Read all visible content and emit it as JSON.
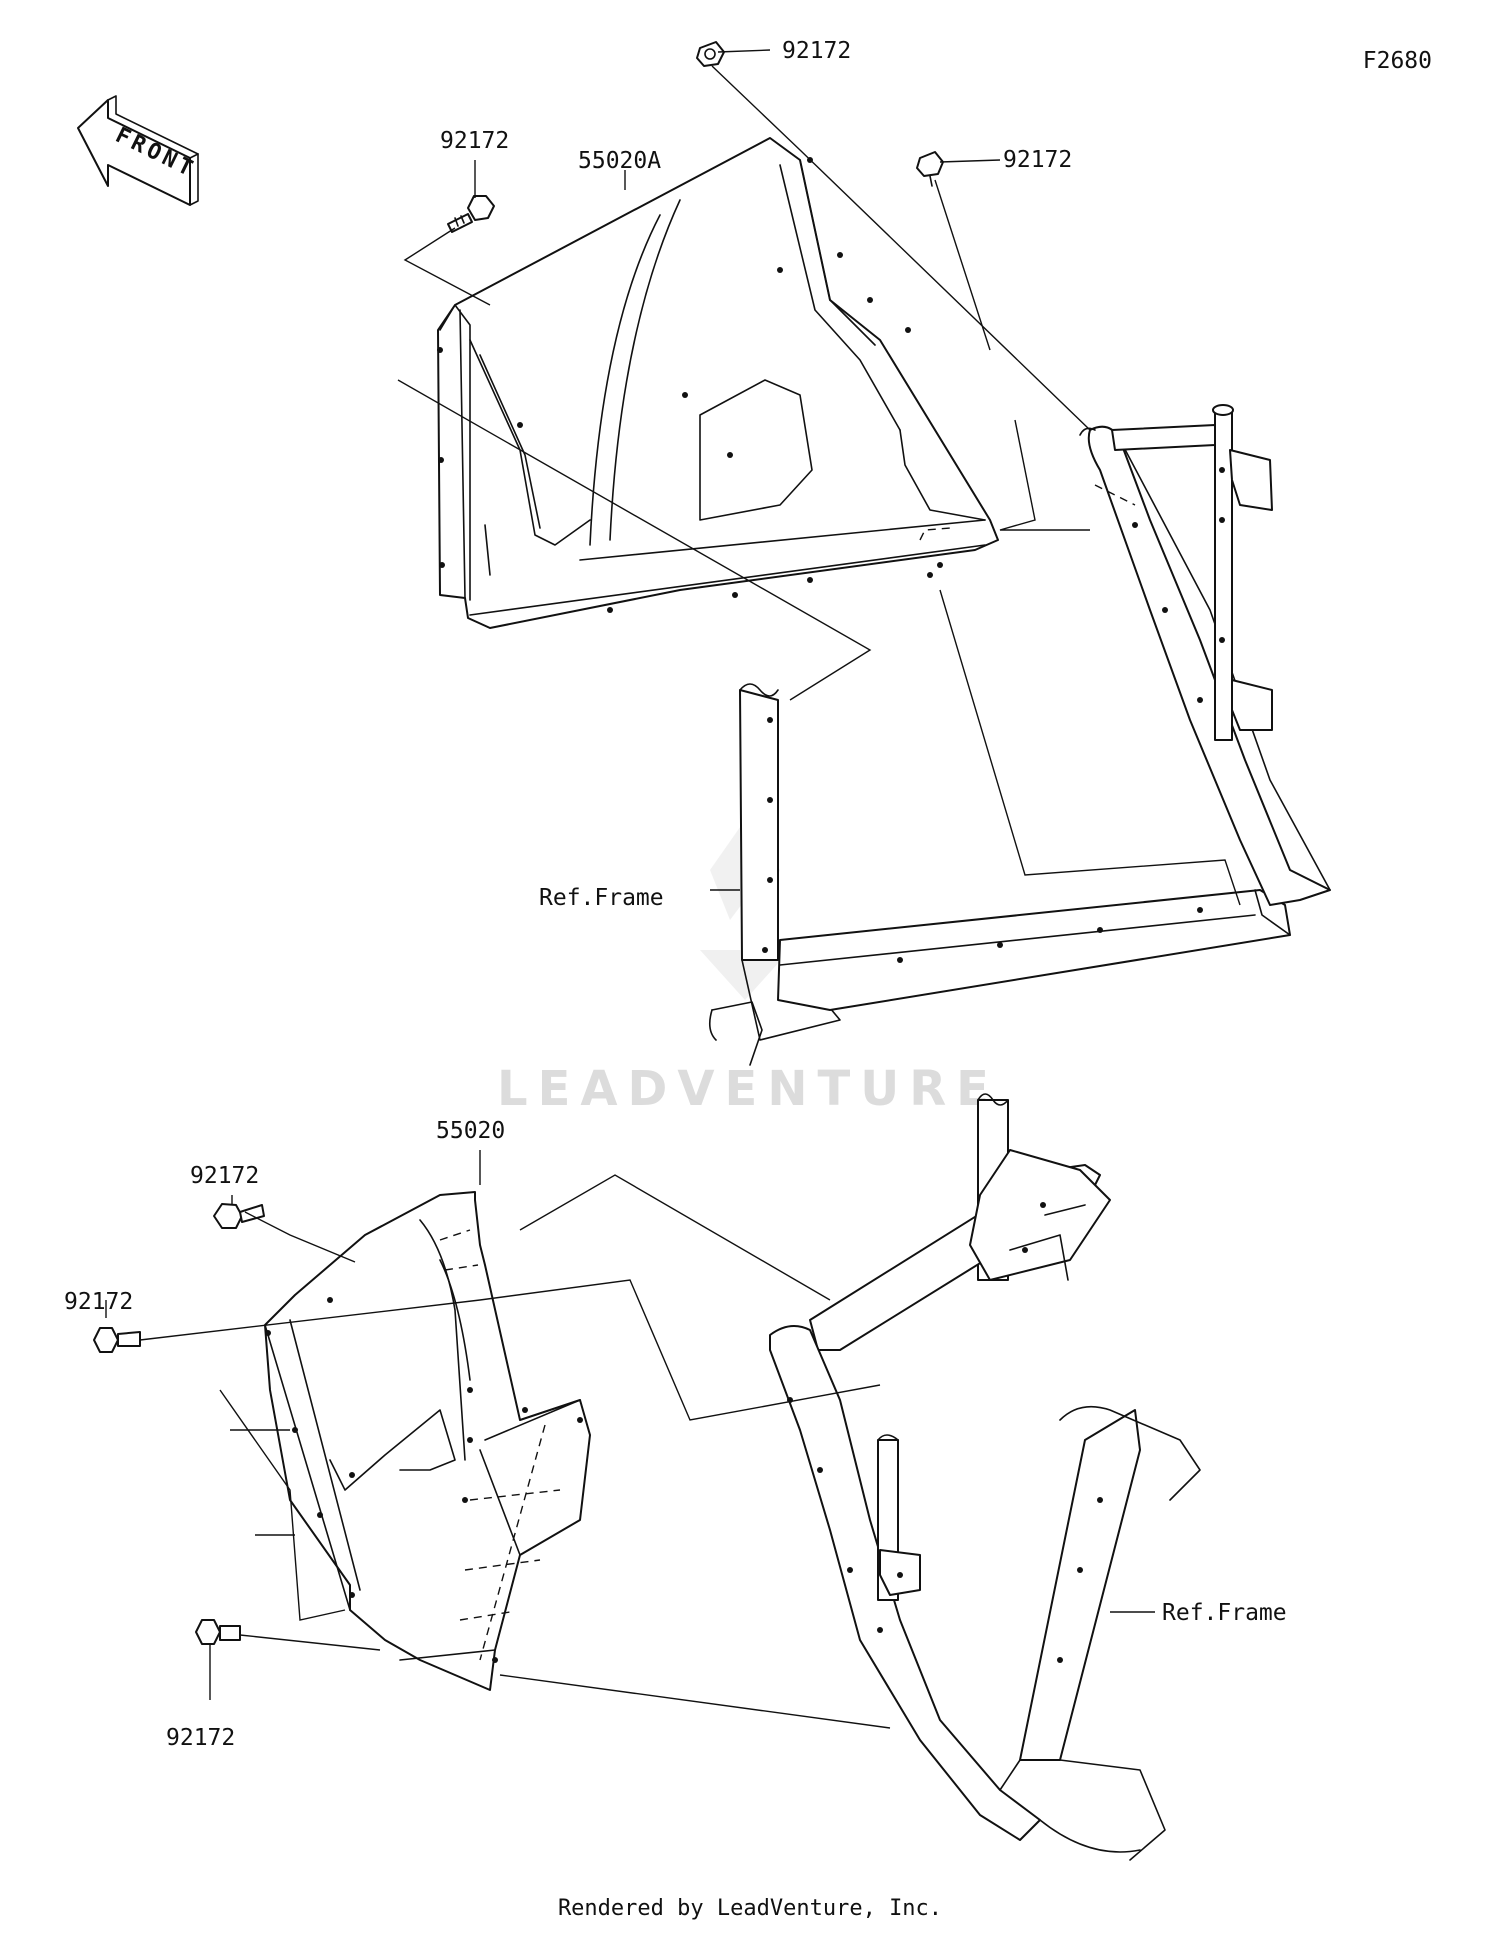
{
  "figure_code": "F2680",
  "front_label": "FRONT",
  "watermark": "LEADVENTURE",
  "footer": "Rendered by LeadVenture, Inc.",
  "callouts": [
    {
      "id": "c1",
      "text": "92172"
    },
    {
      "id": "c2",
      "text": "92172"
    },
    {
      "id": "c3",
      "text": "92172"
    },
    {
      "id": "c4",
      "text": "55020A"
    },
    {
      "id": "c5",
      "text": "Ref.Frame"
    },
    {
      "id": "c6",
      "text": "55020"
    },
    {
      "id": "c7",
      "text": "92172"
    },
    {
      "id": "c8",
      "text": "92172"
    },
    {
      "id": "c9",
      "text": "92172"
    },
    {
      "id": "c10",
      "text": "Ref.Frame"
    }
  ]
}
